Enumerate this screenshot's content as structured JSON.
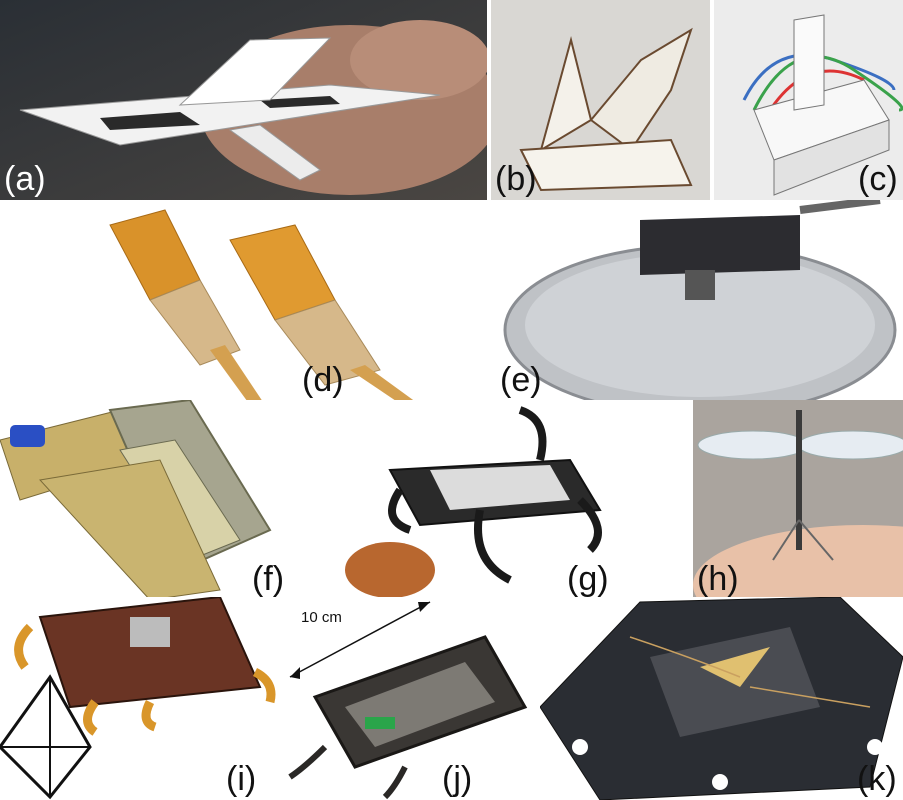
{
  "panels": {
    "a": {
      "label": "(a)"
    },
    "b": {
      "label": "(b)"
    },
    "c": {
      "label": "(c)"
    },
    "d": {
      "label": "(d)"
    },
    "e": {
      "label": "(e)"
    },
    "f": {
      "label": "(f)"
    },
    "g": {
      "label": "(g)"
    },
    "h": {
      "label": "(h)"
    },
    "i": {
      "label": "(i)"
    },
    "j": {
      "label": "(j)",
      "scale_label": "10 cm"
    },
    "k": {
      "label": "(k)"
    }
  }
}
